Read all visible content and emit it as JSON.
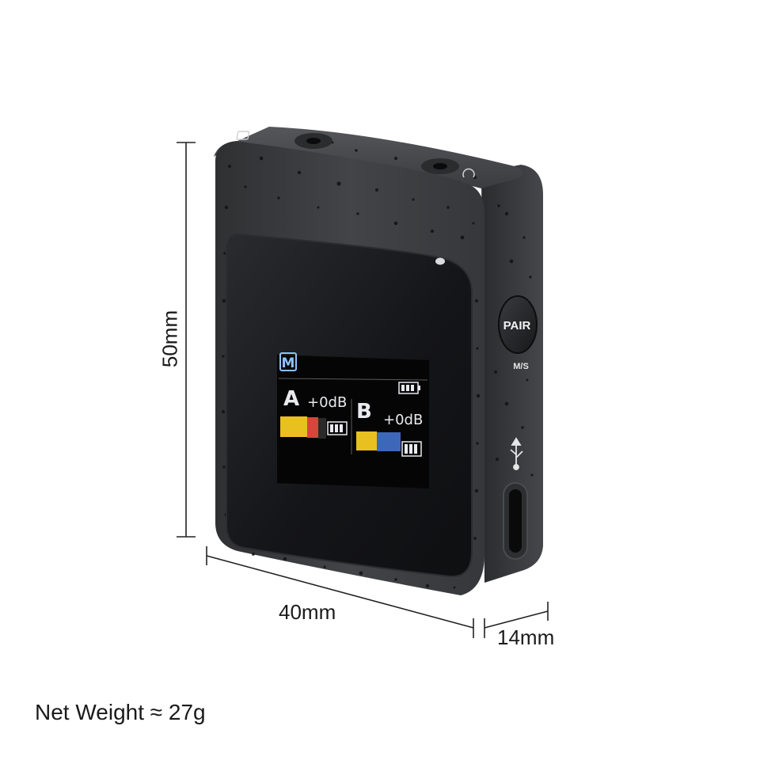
{
  "dimensions": {
    "height": "50mm",
    "width": "40mm",
    "depth": "14mm"
  },
  "weight": "Net Weight ≈ 27g",
  "device": {
    "pair_button": {
      "label": "PAIR",
      "sublabel": "M/S"
    },
    "display": {
      "mode_badge": "M",
      "channel_a": {
        "name": "A",
        "gain": "+0dB"
      },
      "channel_b": {
        "name": "B",
        "gain": "+0dB"
      }
    },
    "icons": [
      "usb-icon",
      "battery-icon",
      "headphone-icon",
      "pair-icon"
    ]
  },
  "colors": {
    "body": "#3a3b3d",
    "speckle": "#121314",
    "panel": "#141517",
    "meter_yellow": "#e8c020",
    "meter_red": "#d8453a",
    "meter_blue": "#3d67b8",
    "mode_badge": "#8fc0ff"
  }
}
